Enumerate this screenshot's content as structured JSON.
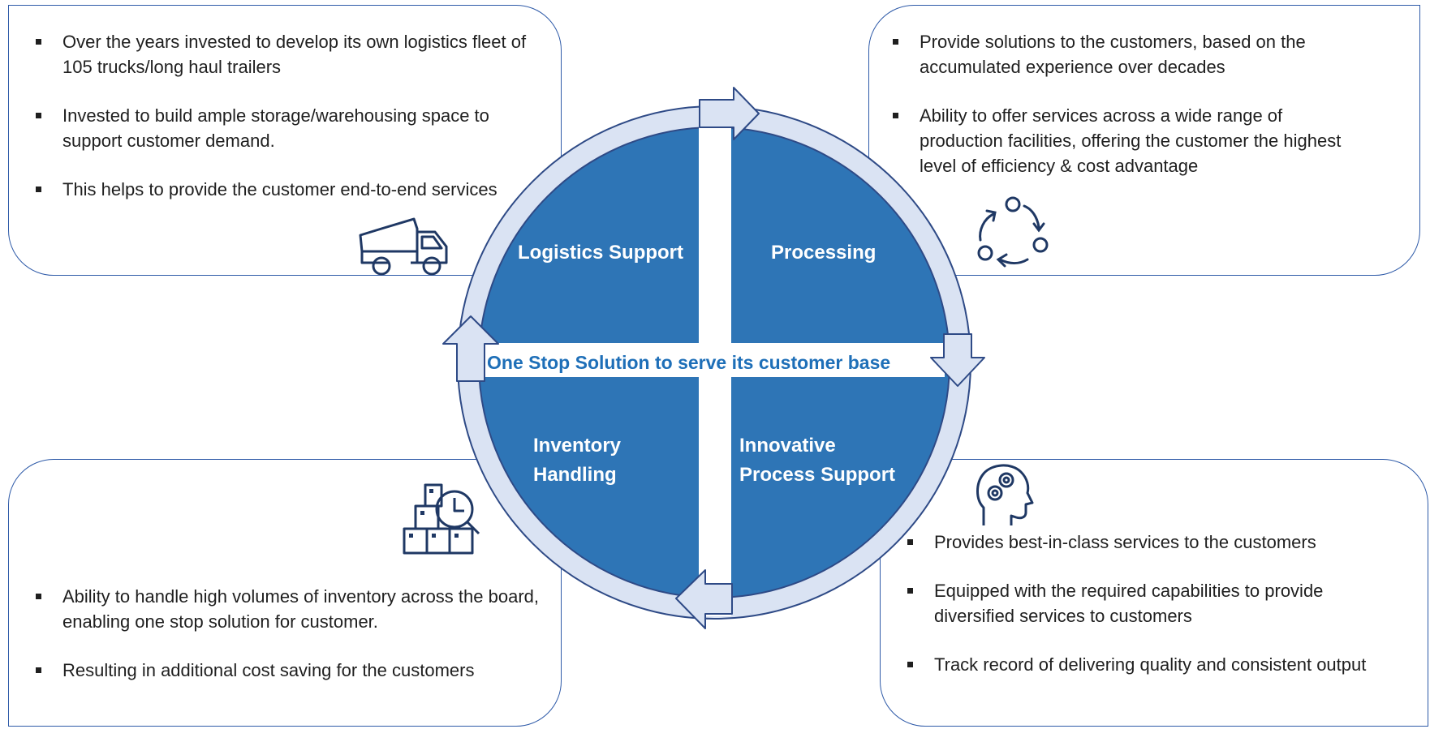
{
  "center": {
    "title": "One Stop Solution to serve its customer base"
  },
  "quadrants": {
    "logistics": {
      "label": "Logistics Support"
    },
    "processing": {
      "label": "Processing"
    },
    "inventory": {
      "line1": "Inventory",
      "line2": "Handling"
    },
    "innovative": {
      "line1": "Innovative",
      "line2": "Process Support"
    }
  },
  "panels": {
    "top_left": {
      "icon": "dump-truck-icon",
      "bullets": [
        "Over the years invested to develop its own logistics fleet of 105 trucks/long haul trailers",
        "Invested to build ample storage/warehousing space to support customer demand.",
        "This helps to provide the customer end-to-end services"
      ]
    },
    "top_right": {
      "icon": "cycle-icon",
      "bullets": [
        "Provide solutions to the customers, based on the  accumulated experience over decades",
        "Ability to offer services across a wide range of production facilities, offering the customer the highest level of efficiency & cost advantage"
      ]
    },
    "bottom_left": {
      "icon": "inventory-boxes-icon",
      "bullets": [
        "Ability to handle high volumes of inventory across the board, enabling one stop solution for customer.",
        "Resulting in additional cost saving for the customers"
      ]
    },
    "bottom_right": {
      "icon": "head-gears-icon",
      "bullets": [
        "Provides best-in-class services to the customers",
        "Equipped with the required capabilities to provide diversified services to customers",
        "Track record of delivering quality and consistent output"
      ]
    }
  },
  "colors": {
    "quadrant_fill": "#2e75b6",
    "ring_fill": "#dae3f3",
    "outline": "#2e4a86",
    "center_text": "#1e6fb8",
    "box_border": "#2e5aa8"
  }
}
